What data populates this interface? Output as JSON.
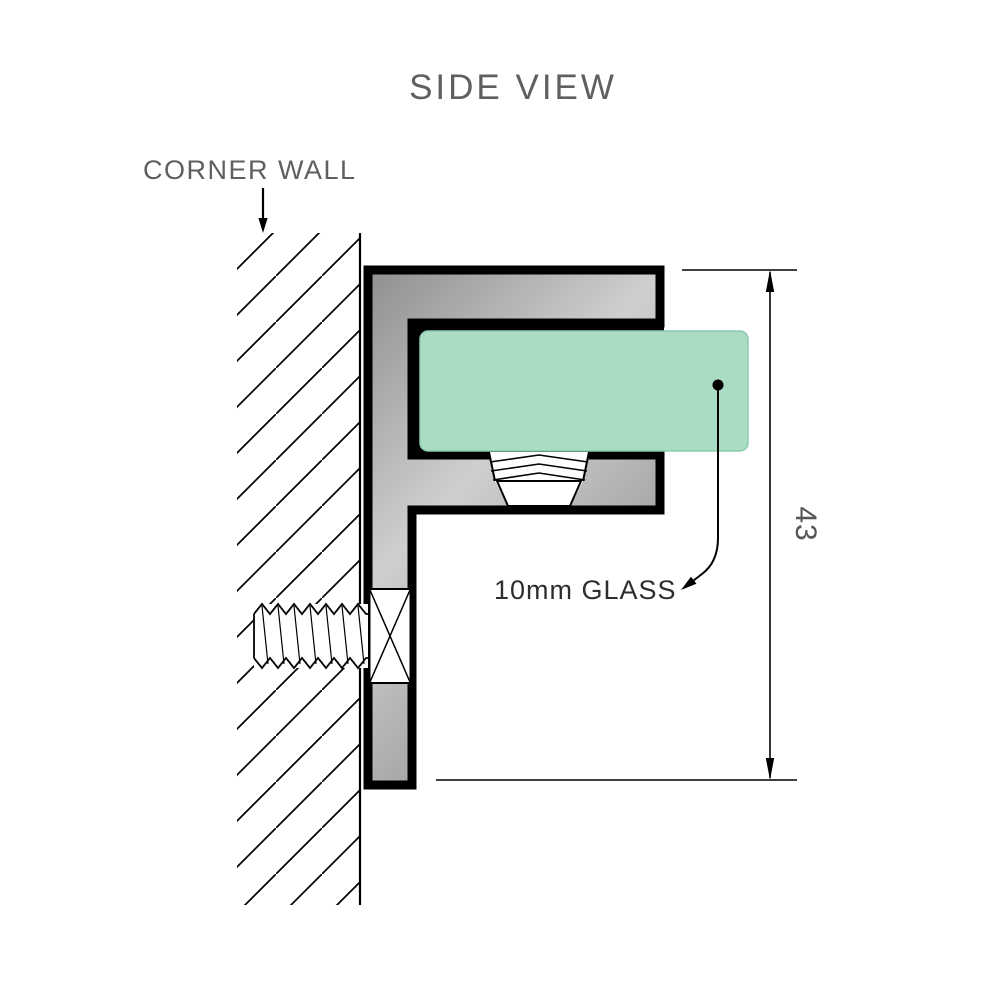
{
  "title": "SIDE VIEW",
  "wall": {
    "label": "CORNER WALL"
  },
  "glass": {
    "label": "10mm GLASS"
  },
  "dimension": {
    "label": "43"
  },
  "colors": {
    "glass_fill": "#a9dcc3",
    "glass_edge": "#8ccbae",
    "metal_light": "#cfcfcf",
    "metal_dark": "#8f8f8f",
    "outline": "#000000",
    "label_text": "#5f5f5f",
    "glass_label_text": "#2e2e2e",
    "dim_text": "#555555"
  }
}
